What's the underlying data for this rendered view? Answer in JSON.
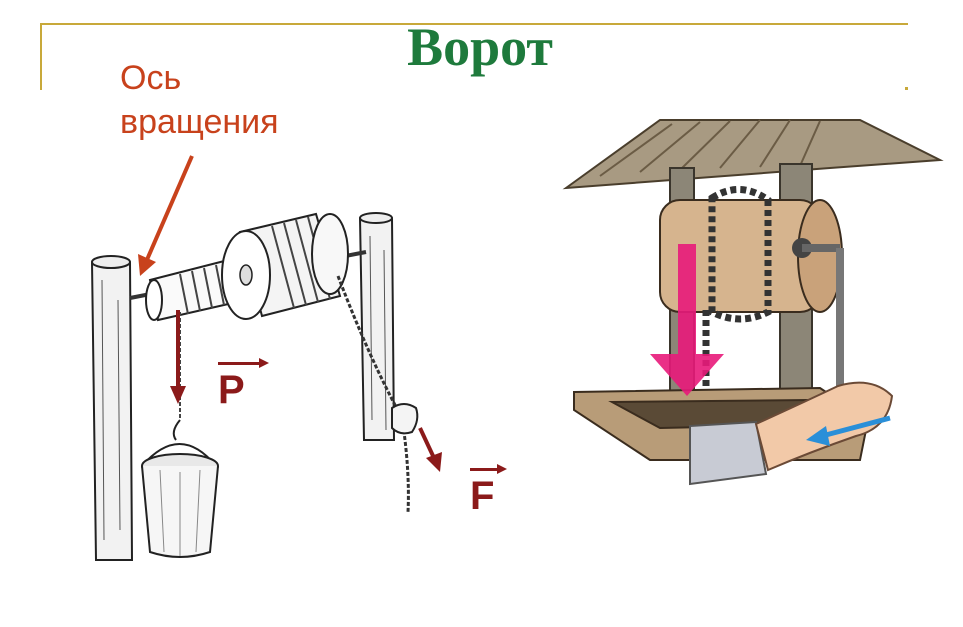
{
  "title": "Ворот",
  "axis_label": {
    "line1": "Ось",
    "line2": "вращения"
  },
  "vectors": {
    "load": "P",
    "force": "F"
  },
  "colors": {
    "title": "#1e7a3c",
    "axis_label": "#c8421c",
    "vector": "#8b1a1a",
    "frame": "#c8a93a",
    "chain_arrow": "#e8197a",
    "hand_arrow": "#2a8fd8"
  }
}
